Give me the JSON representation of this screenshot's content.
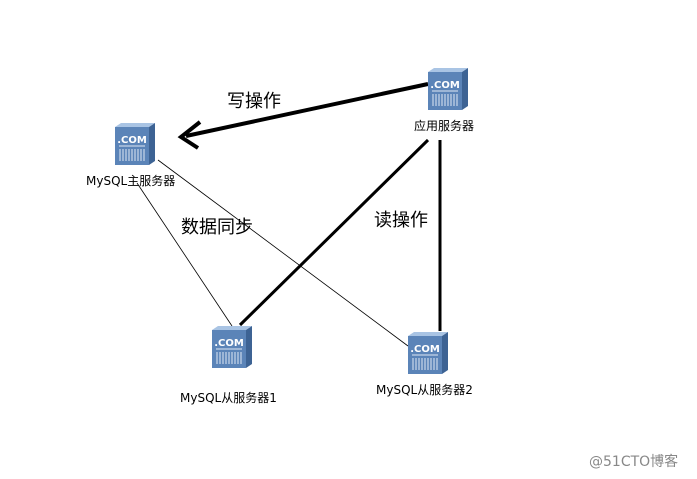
{
  "nodes": {
    "app": {
      "label": "应用服务器",
      "icon_text": ".COM"
    },
    "master": {
      "label": "MySQL主服务器",
      "icon_text": ".COM"
    },
    "slave1": {
      "label": "MySQL从服务器1",
      "icon_text": ".COM"
    },
    "slave2": {
      "label": "MySQL从服务器2",
      "icon_text": ".COM"
    }
  },
  "edges": {
    "write": "写操作",
    "sync": "数据同步",
    "read": "读操作"
  },
  "watermark": "@51CTO博客",
  "colors": {
    "icon_front": "#5b84b8",
    "icon_side": "#3d6394",
    "icon_top": "#9fbde0"
  }
}
